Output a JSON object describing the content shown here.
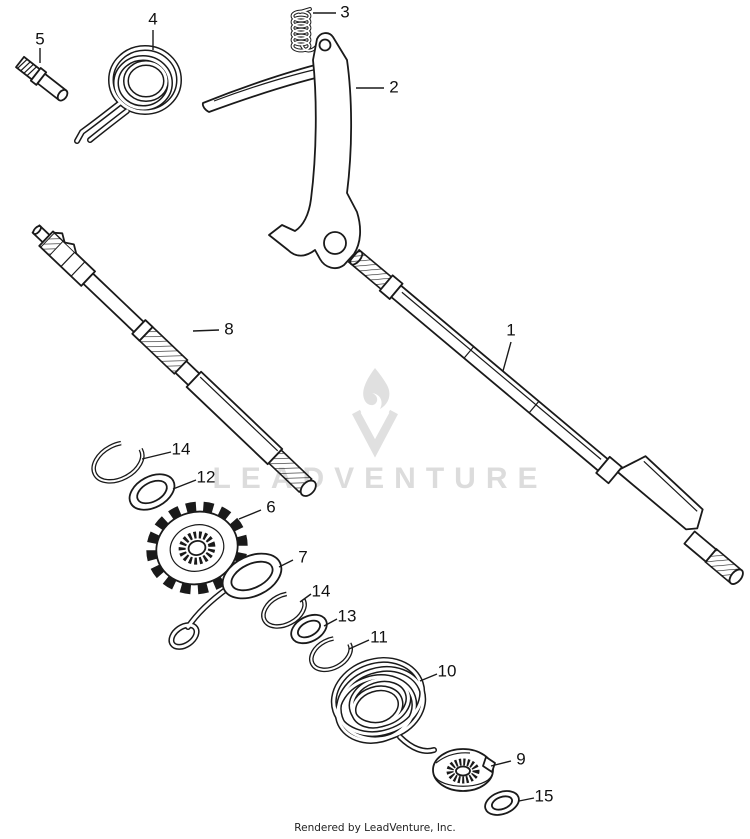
{
  "diagram": {
    "watermark": "LEADVENTURE",
    "footer": "Rendered by LeadVenture, Inc.",
    "line_color": "#1a1a1a",
    "watermark_color": "#dcdcdc",
    "background_color": "#ffffff",
    "part_labels": [
      {
        "num": "5"
      },
      {
        "num": "4"
      },
      {
        "num": "3"
      },
      {
        "num": "2"
      },
      {
        "num": "8"
      },
      {
        "num": "1"
      },
      {
        "num": "14"
      },
      {
        "num": "12"
      },
      {
        "num": "6"
      },
      {
        "num": "7"
      },
      {
        "num": "14"
      },
      {
        "num": "13"
      },
      {
        "num": "11"
      },
      {
        "num": "10"
      },
      {
        "num": "9"
      },
      {
        "num": "15"
      }
    ]
  }
}
